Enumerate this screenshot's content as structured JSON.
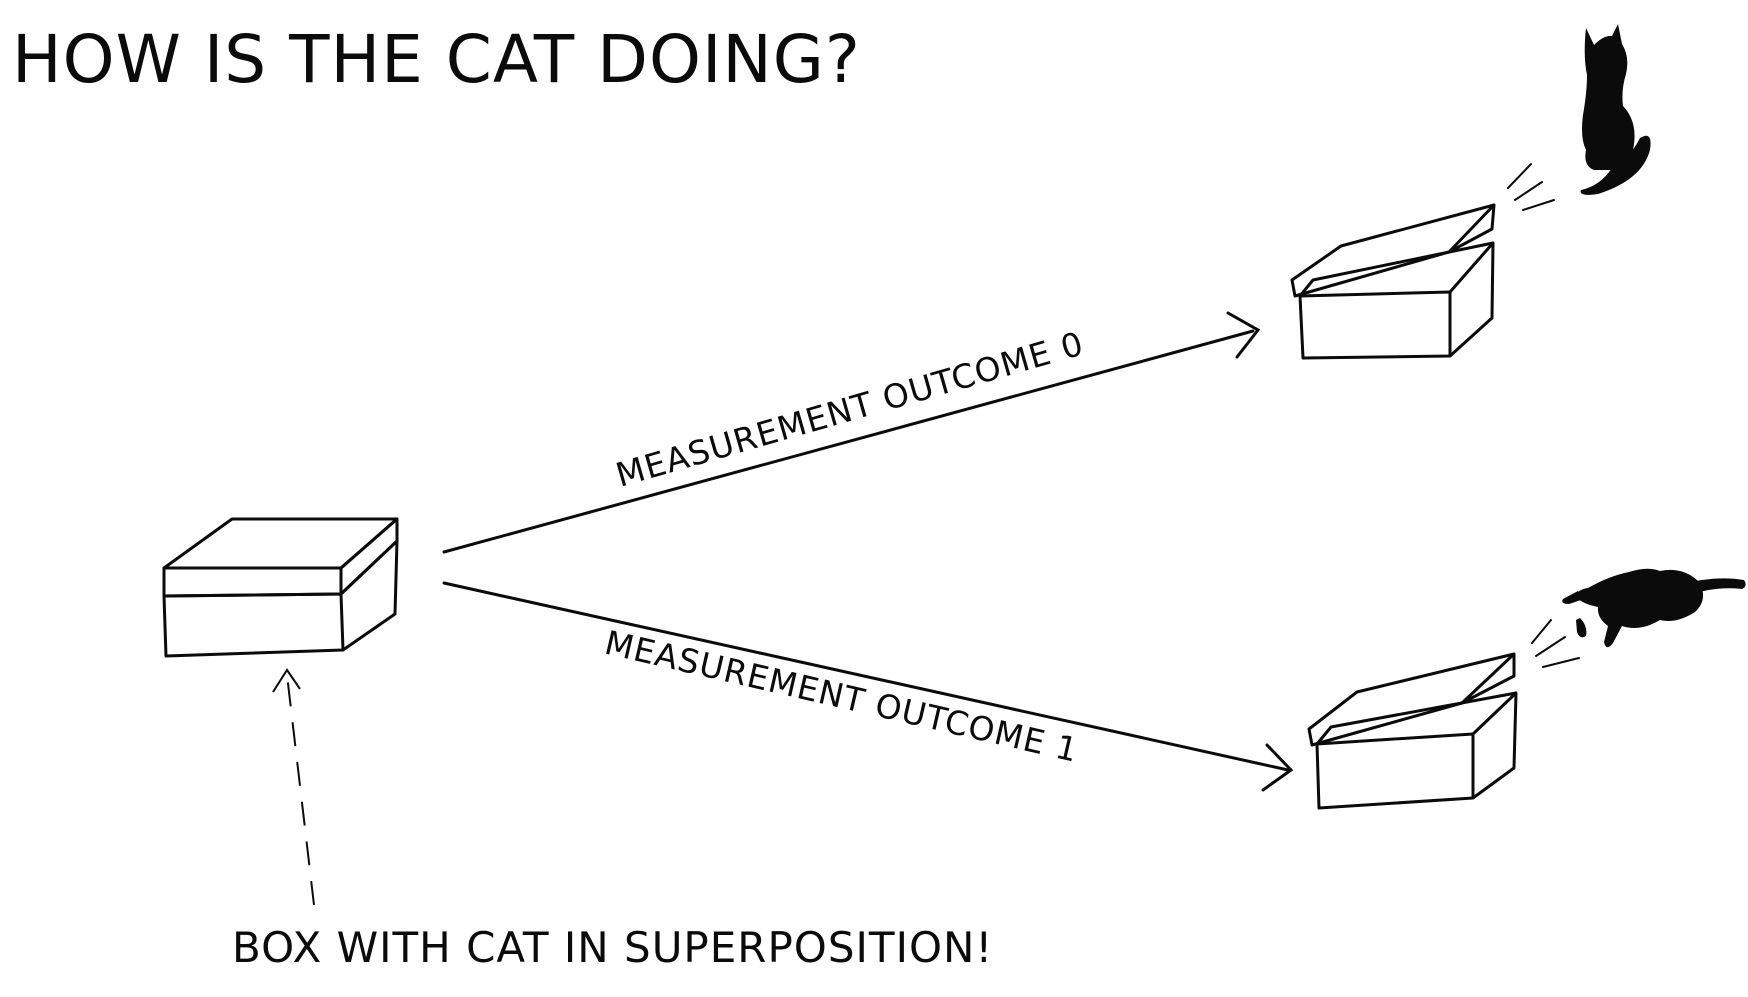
{
  "diagram": {
    "title": "HOW IS THE CAT DOING?",
    "edge_labels": {
      "outcome_0": "MEASUREMENT OUTCOME 0",
      "outcome_1": "MEASUREMENT OUTCOME 1"
    },
    "annotation": "BOX WITH CAT IN SUPERPOSITION!"
  }
}
